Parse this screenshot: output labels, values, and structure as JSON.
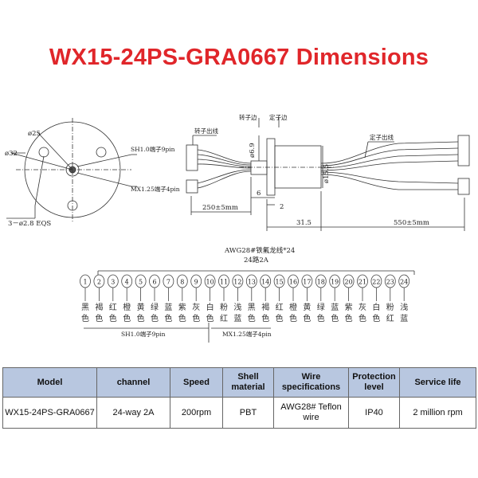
{
  "title": "WX15-24PS-GRA0667 Dimensions",
  "front_view": {
    "dia_25": "ø25",
    "dia_32": "ø32",
    "holes": "3－ø2.8 EQS",
    "sh_connector": "SH1.0端子9pin",
    "mx_connector": "MX1.25端子4pin"
  },
  "side_view": {
    "rotor_side": "转子边",
    "stator_side": "定子边",
    "rotor_wire": "转子出线",
    "stator_wire": "定子出线",
    "dia_6_9": "ø6.9",
    "dia_15_5": "ø15.5",
    "dim_6": "6",
    "dim_2": "2",
    "dim_250": "250±5mm",
    "dim_31_5": "31.5",
    "dim_550": "550±5mm"
  },
  "wiring": {
    "cable_spec": "AWG28#铁氟龙线*24",
    "circuits": "24路2A",
    "numbers": [
      "1",
      "2",
      "3",
      "4",
      "5",
      "6",
      "7",
      "8",
      "9",
      "10",
      "11",
      "12",
      "13",
      "14",
      "15",
      "16",
      "17",
      "18",
      "19",
      "20",
      "21",
      "22",
      "23",
      "24"
    ],
    "colors_top": [
      "黑",
      "褐",
      "红",
      "橙",
      "黄",
      "绿",
      "蓝",
      "紫",
      "灰",
      "白",
      "粉",
      "浅",
      "黑",
      "褐",
      "红",
      "橙",
      "黄",
      "绿",
      "蓝",
      "紫",
      "灰",
      "白",
      "粉",
      "浅"
    ],
    "colors_bottom": [
      "色",
      "色",
      "色",
      "色",
      "色",
      "色",
      "色",
      "色",
      "色",
      "色",
      "红",
      "蓝",
      "色",
      "色",
      "色",
      "色",
      "色",
      "色",
      "色",
      "色",
      "色",
      "色",
      "红",
      "蓝"
    ],
    "group_sh": "SH1.0端子9pin",
    "group_mx": "MX1.25端子4pin"
  },
  "table": {
    "headers": [
      "Model",
      "channel",
      "Speed",
      "Shell material",
      "Wire specifications",
      "Protection level",
      "Service life"
    ],
    "row": [
      "WX15-24PS-GRA0667",
      "24-way 2A",
      "200rpm",
      "PBT",
      "AWG28# Teflon wire",
      "IP40",
      "2 million rpm"
    ],
    "header_color": "#b8c7e0"
  },
  "colors": {
    "title": "#e0262a",
    "line": "#333333"
  }
}
